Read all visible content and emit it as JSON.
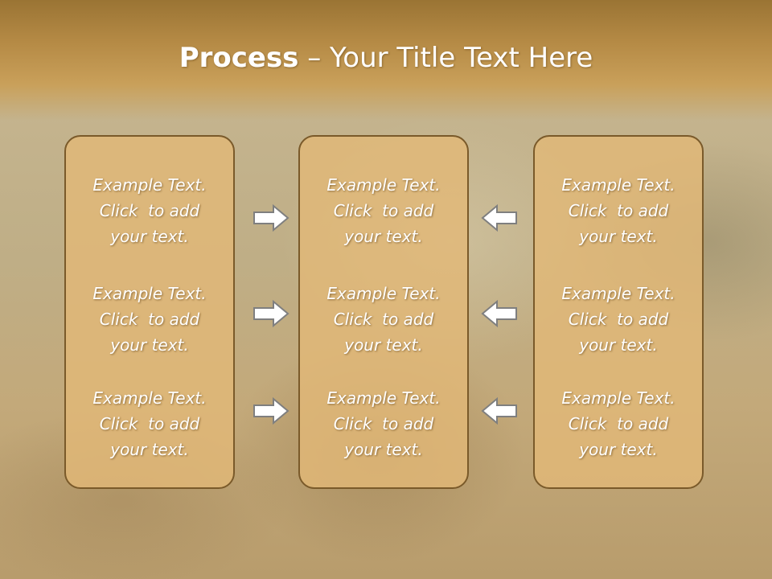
{
  "slide": {
    "title_bold": "Process",
    "title_rest": " – Your Title Text Here"
  },
  "columns": [
    {
      "items": [
        {
          "line1": "Example Text.",
          "line2": "Click  to add",
          "line3": "your text."
        },
        {
          "line1": "Example Text.",
          "line2": "Click  to add",
          "line3": "your text."
        },
        {
          "line1": "Example Text.",
          "line2": "Click  to add",
          "line3": "your text."
        }
      ]
    },
    {
      "items": [
        {
          "line1": "Example Text.",
          "line2": "Click  to add",
          "line3": "your text."
        },
        {
          "line1": "Example Text.",
          "line2": "Click  to add",
          "line3": "your text."
        },
        {
          "line1": "Example Text.",
          "line2": "Click  to add",
          "line3": "your text."
        }
      ]
    },
    {
      "items": [
        {
          "line1": "Example Text.",
          "line2": "Click  to add",
          "line3": "your text."
        },
        {
          "line1": "Example Text.",
          "line2": "Click  to add",
          "line3": "your text."
        },
        {
          "line1": "Example Text.",
          "line2": "Click  to add",
          "line3": "your text."
        }
      ]
    }
  ],
  "arrows": {
    "left_column_direction": "right",
    "right_column_direction": "left"
  },
  "colors": {
    "header": "#b58a45",
    "box_fill": "#e2b878",
    "box_border": "#7a5a2a",
    "arrow_fill": "#ffffff",
    "arrow_stroke": "#7f7f7f"
  },
  "icons": {
    "right": "right-arrow-icon",
    "left": "left-arrow-icon"
  }
}
